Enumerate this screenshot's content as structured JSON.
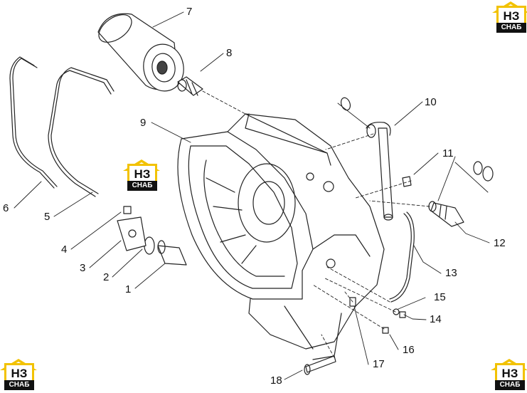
{
  "callouts": [
    "1",
    "2",
    "3",
    "4",
    "5",
    "6",
    "7",
    "8",
    "9",
    "10",
    "11",
    "12",
    "13",
    "14",
    "15",
    "16",
    "17",
    "18"
  ],
  "watermark": {
    "top": "НЗ",
    "bottom": "СНАБ"
  },
  "colors": {
    "line": "#222222",
    "accent": "#f2c200",
    "background": "#ffffff"
  }
}
